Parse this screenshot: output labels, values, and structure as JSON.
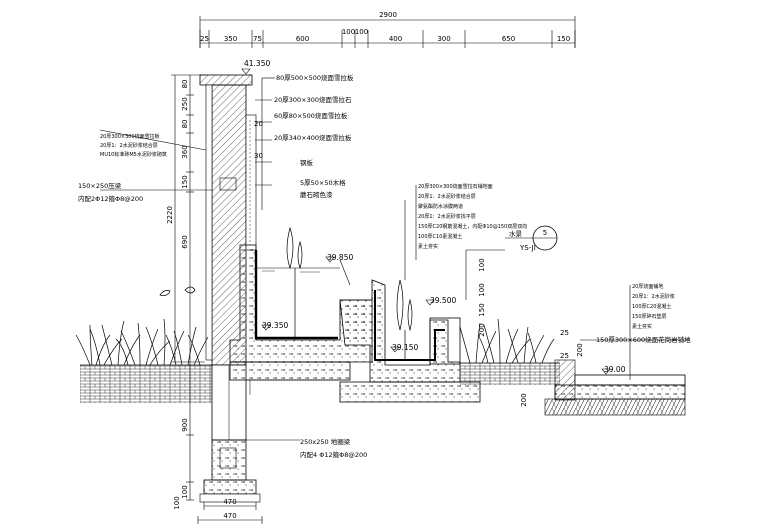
{
  "dimensions_top": {
    "total": "2900",
    "segments": [
      "25",
      "350",
      "75",
      "600",
      "100",
      "100",
      "400",
      "300",
      "650",
      "150"
    ]
  },
  "dimensions_left": {
    "total": "2220",
    "segments": [
      "80",
      "250",
      "80",
      "360",
      "150",
      "690"
    ],
    "lower": [
      "900",
      "100",
      "100"
    ]
  },
  "dimensions_bottom": [
    "470",
    "470"
  ],
  "elevations": {
    "top": "41.350",
    "pool_water": "39.850",
    "pool_bottom": "39.350",
    "step_top": "39.500",
    "trench_bottom": "39.150",
    "ground": "39.00"
  },
  "wall_notes": [
    "80厚500×500烧面雪拉板",
    "20厚300×300烧面雪拉石",
    "60厚80×500烧面雪拉板",
    "20厚340×400烧面雪拉板",
    "钢板",
    "5厚50×50木格",
    "蘑石砌色漆"
  ],
  "wall_side_notes": [
    "20厚300×300烧面雪拉板",
    "20厚1：2水泥砂浆结合层",
    "MU10标准砖M5水泥砂浆砌筑"
  ],
  "beam_note": [
    "150×250压梁",
    "内配2Φ12箍Φ8@200"
  ],
  "pool_notes": [
    "20厚300×300烧面雪拉石铺地面",
    "20厚1：2水泥砂浆结合层",
    "聚氨酯防水涂膜两道",
    "20厚1：2水泥砂浆找平层",
    "150厚C20钢筋混凝土，内配Φ10@150双层双向",
    "100厚C10素混凝土",
    "素土夯实"
  ],
  "marker": {
    "number": "5",
    "sheet": "YS-JI",
    "label": "水景"
  },
  "paving_notes": [
    "20厚烧面铺地",
    "20厚1：2水泥砂浆",
    "100厚C20混凝土",
    "150厚碎石垫层",
    "素土夯实"
  ],
  "paving_main": "150厚300×600烧面花岗岩铺地",
  "footing_note": [
    "250x250 地圈梁",
    "内配4 Φ12箍Φ8@200"
  ],
  "misc_dims": {
    "step_100": "100",
    "step_200": "200",
    "step_25a": "25",
    "step_25b": "25",
    "pool_150": "150",
    "ground_200": "200",
    "wall_30": "30",
    "wall_20": "20",
    "pool_100": "100",
    "pool_200": "200"
  }
}
